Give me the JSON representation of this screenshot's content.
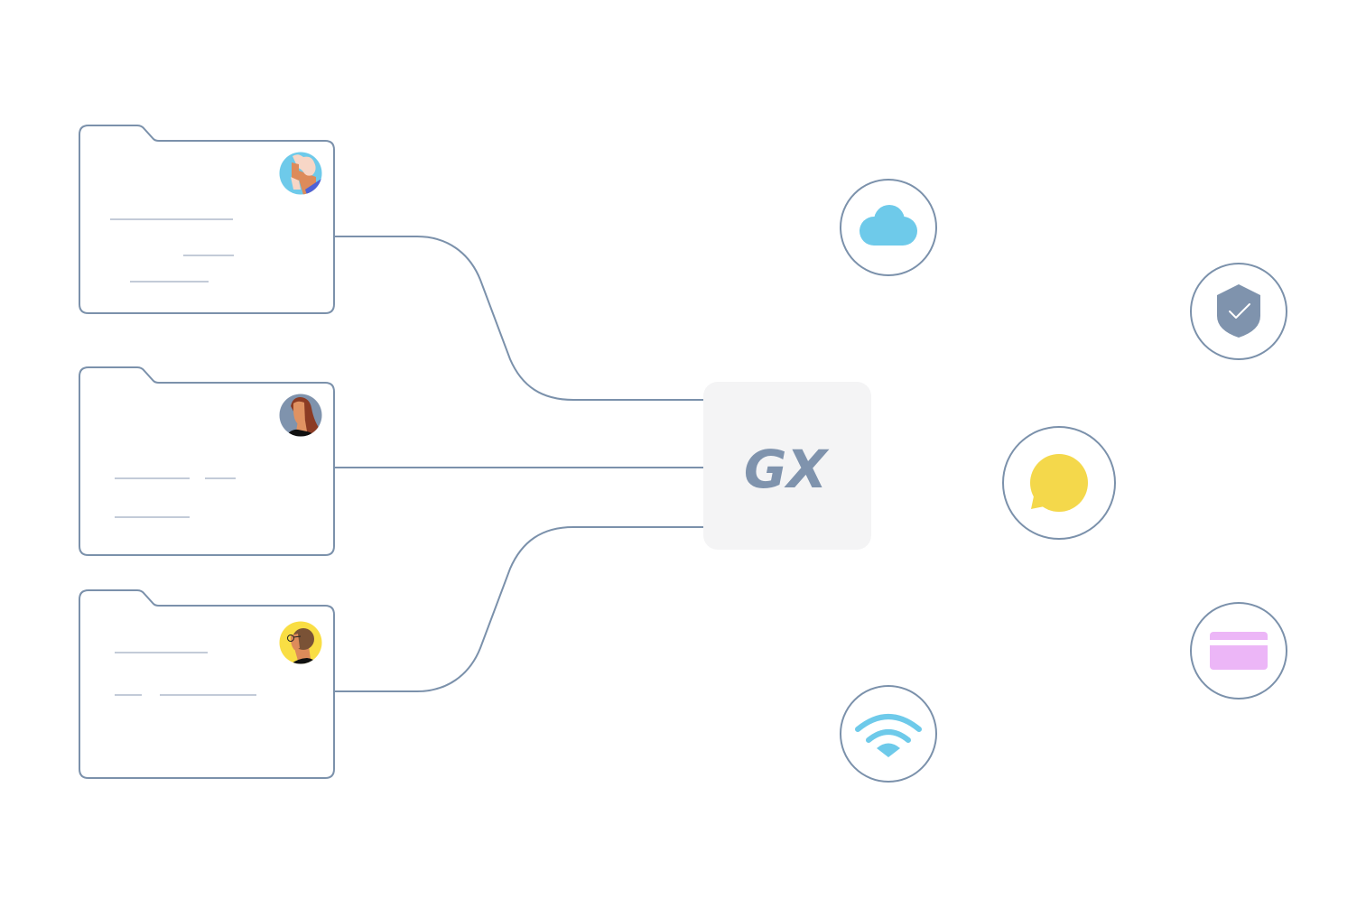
{
  "diagram": {
    "title": "",
    "colors": {
      "stroke": "#7b91ab",
      "placeholder_line": "#c3cbd8",
      "hub_bg": "#f4f4f5",
      "hub_logo": "#7f93ad",
      "cloud": "#6ecaea",
      "shield": "#7f93ad",
      "chat": "#f4d84b",
      "card": "#ecb6f7",
      "wifi": "#6ecaea"
    },
    "hub": {
      "label": "GX",
      "name": "gx-hub"
    },
    "folders": [
      {
        "name": "folder-1",
        "avatar": "avatar-person-blue",
        "avatar_bg": "#6ecaea"
      },
      {
        "name": "folder-2",
        "avatar": "avatar-person-red-hair",
        "avatar_bg": "#7f93ad"
      },
      {
        "name": "folder-3",
        "avatar": "avatar-person-glasses",
        "avatar_bg": "#f9de44"
      }
    ],
    "services": [
      {
        "name": "cloud",
        "icon": "cloud-icon"
      },
      {
        "name": "security",
        "icon": "shield-check-icon"
      },
      {
        "name": "chat",
        "icon": "chat-bubble-icon"
      },
      {
        "name": "payment",
        "icon": "credit-card-icon"
      },
      {
        "name": "wifi",
        "icon": "wifi-icon"
      }
    ]
  }
}
